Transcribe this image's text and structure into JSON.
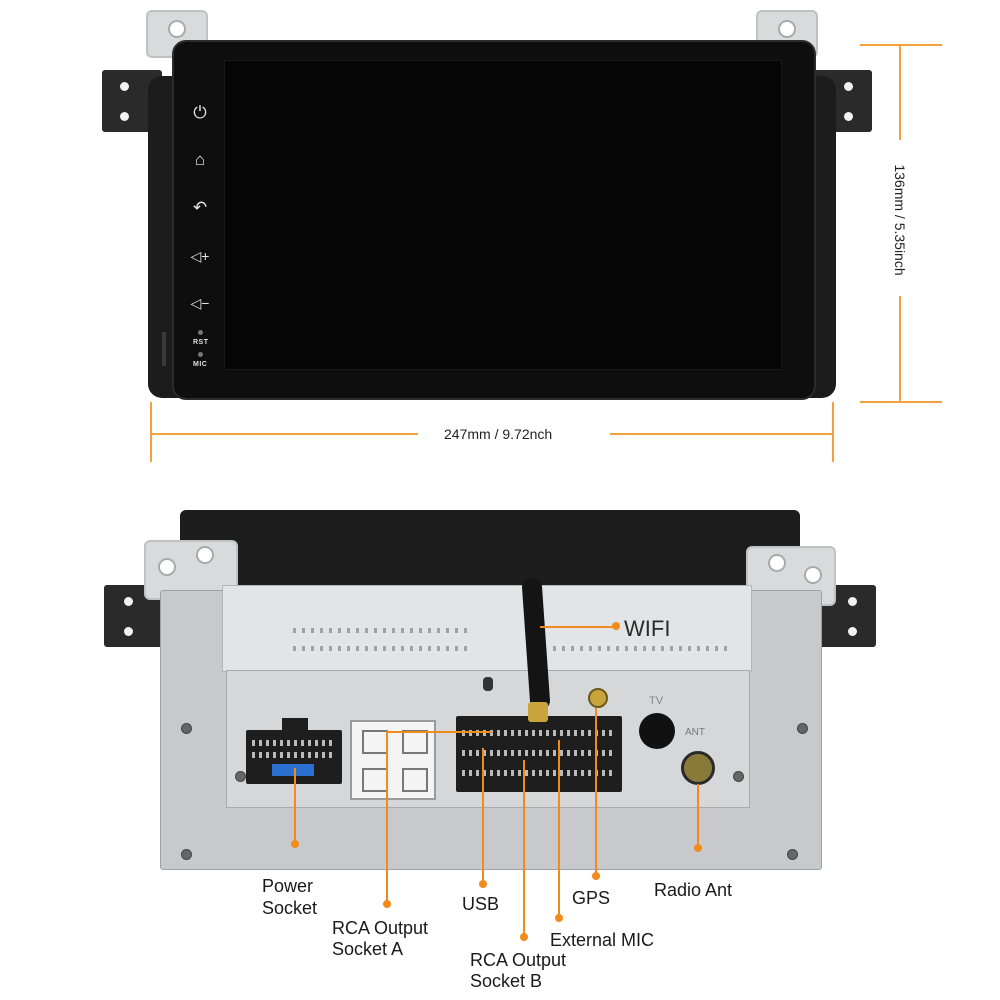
{
  "front": {
    "buttons": [
      {
        "name": "power",
        "glyph": "⏻"
      },
      {
        "name": "home",
        "glyph": "⌂"
      },
      {
        "name": "back",
        "glyph": "↶"
      },
      {
        "name": "volume-up",
        "glyph": "◁+"
      },
      {
        "name": "volume-down",
        "glyph": "◁−"
      }
    ],
    "rst_label": "RST",
    "mic_label": "MIC"
  },
  "dimensions": {
    "width_label": "247mm / 9.72nch",
    "height_label": "136mm / 5.35inch"
  },
  "back": {
    "labels": {
      "wifi": "WIFI",
      "power_line1": "Power",
      "power_line2": "Socket",
      "rca_a_line1": "RCA Output",
      "rca_a_line2": "Socket A",
      "usb": "USB",
      "gps": "GPS",
      "radio_ant": "Radio Ant",
      "external_mic": "External MIC",
      "rca_b_line1": "RCA Output",
      "rca_b_line2": "Socket B"
    },
    "panel_marks": {
      "tv": "TV",
      "ant": "ANT"
    }
  },
  "colors": {
    "accent": "#f28a1c",
    "dimension": "#f2a13c",
    "unit_body": "#0e0e0e"
  }
}
